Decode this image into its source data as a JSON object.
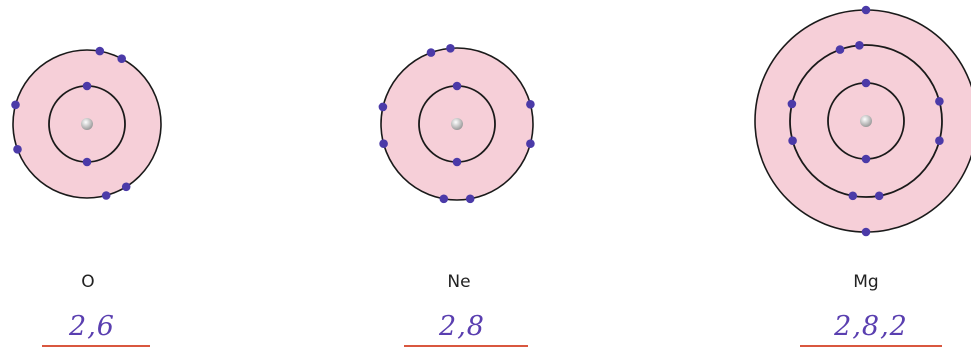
{
  "colors": {
    "shell_fill": "#f6cfd8",
    "shell_line": "#1a1a1a",
    "electron": "#4b3aa8",
    "nucleus": "#d8d8d8",
    "config_ink": "#5a3fb0",
    "underline": "#d9573f"
  },
  "atoms": [
    {
      "symbol": "O",
      "configuration": "2,6",
      "electrons_per_shell": [
        2,
        6
      ]
    },
    {
      "symbol": "Ne",
      "configuration": "2,8",
      "electrons_per_shell": [
        2,
        8
      ]
    },
    {
      "symbol": "Mg",
      "configuration": "2,8,2",
      "electrons_per_shell": [
        2,
        8,
        2
      ]
    }
  ]
}
